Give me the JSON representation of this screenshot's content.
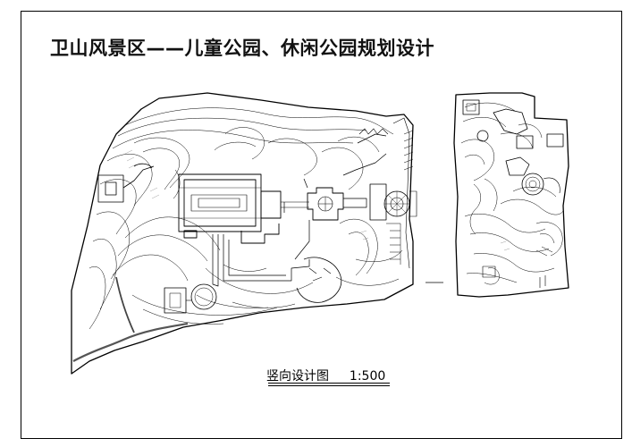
{
  "drawing": {
    "title": "卫山风景区——儿童公园、休闲公园规划设计",
    "caption": "竖向设计图",
    "scale": "1:500"
  }
}
